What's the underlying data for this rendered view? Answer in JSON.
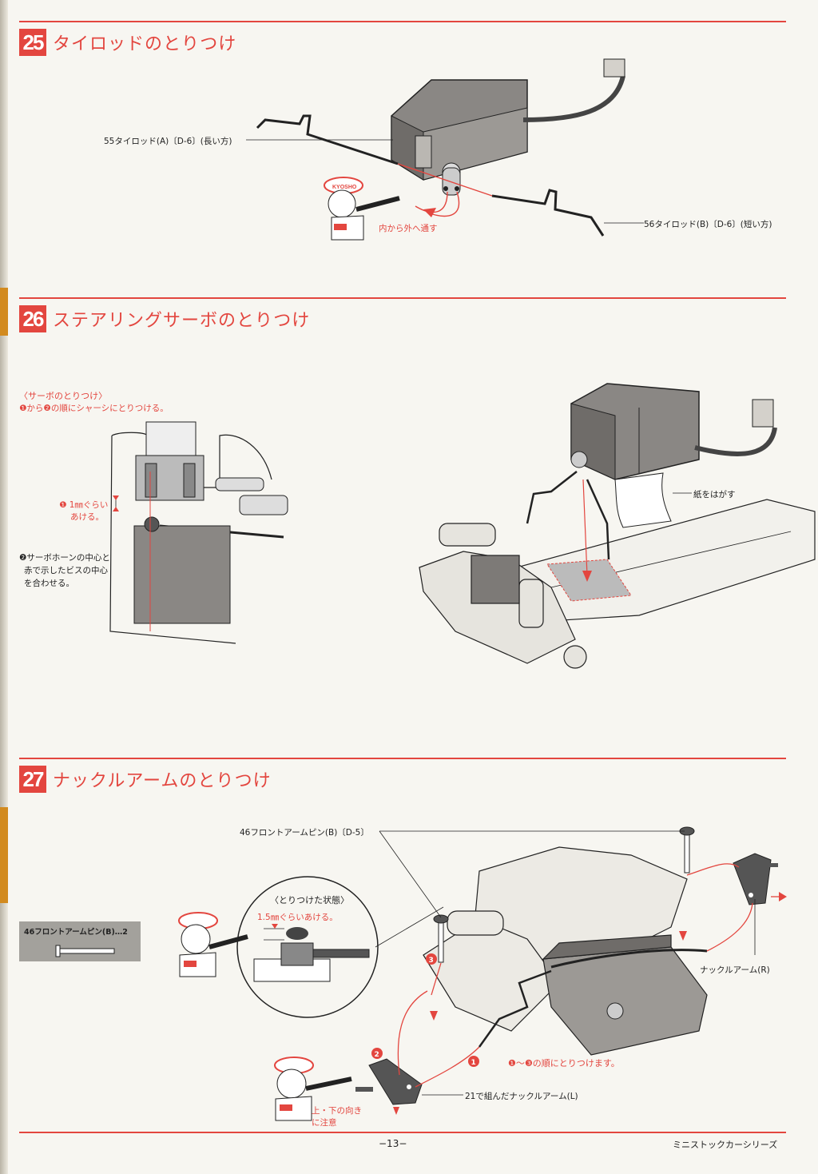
{
  "sections": [
    {
      "number": "25",
      "title": "タイロッドのとりつけ"
    },
    {
      "number": "26",
      "title": "ステアリングサーボのとりつけ"
    },
    {
      "number": "27",
      "title": "ナックルアームのとりつけ"
    }
  ],
  "s25": {
    "label_rod_a": "55タイロッド(A)〔D-6〕(長い方)",
    "label_rod_b": "56タイロッド(B)〔D-6〕(短い方)",
    "note": "内から外へ通す"
  },
  "s26": {
    "sub_heading": "〈サーボのとりつけ〉",
    "sub_instruction": "❶から❷の順にシャーシにとりつける。",
    "gap_note_1": "❶ 1㎜ぐらい",
    "gap_note_2": "あける。",
    "center_note_1": "❷サーボホーンの中心と",
    "center_note_2": "赤で示したビスの中心",
    "center_note_3": "を合わせる。",
    "peel_label": "紙をはがす"
  },
  "s27": {
    "parts_label": "46フロントアームピン(B)…2",
    "pin_label": "46フロントアームピン(B)〔D-5〕",
    "inset_title": "〈とりつけた状態〉",
    "inset_gap": "1.5㎜ぐらいあける。",
    "knuckle_r": "ナックルアーム(R)",
    "order_note": "❶〜❸の順にとりつけます。",
    "knuckle_l": "21で組んだナックルアーム(L)",
    "caution_1": "上・下の向き",
    "caution_2": "に注意",
    "step_1": "1",
    "step_2": "2",
    "step_3": "3"
  },
  "mascot": {
    "cap_text": "KYOSHO"
  },
  "footer": {
    "page_number": "−13−",
    "series": "ミニストックカーシリーズ"
  },
  "colors": {
    "accent": "#e3463f",
    "servo": "#8a8784",
    "paper": "#f7f6f1"
  }
}
